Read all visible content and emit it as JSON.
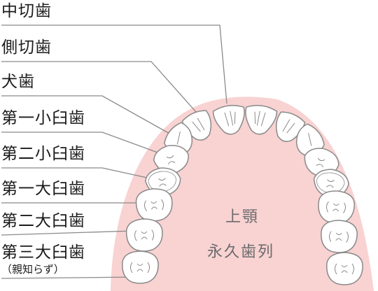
{
  "labels": {
    "central_incisor": "中切歯",
    "lateral_incisor": "側切歯",
    "canine": "犬歯",
    "first_premolar": "第一小臼歯",
    "second_premolar": "第二小臼歯",
    "first_molar": "第一大臼歯",
    "second_molar": "第二大臼歯",
    "third_molar": "第三大臼歯",
    "third_molar_note": "（親知らず）"
  },
  "center": {
    "line1": "上顎",
    "line2": "永久歯列"
  },
  "colors": {
    "gum": "#f9d2d2",
    "tooth_fill": "#ffffff",
    "tooth_stroke": "#8a8a8a",
    "leader_line": "#8a8a8a",
    "label_text": "#1a1a1a",
    "center_text": "#6b6b6b"
  }
}
